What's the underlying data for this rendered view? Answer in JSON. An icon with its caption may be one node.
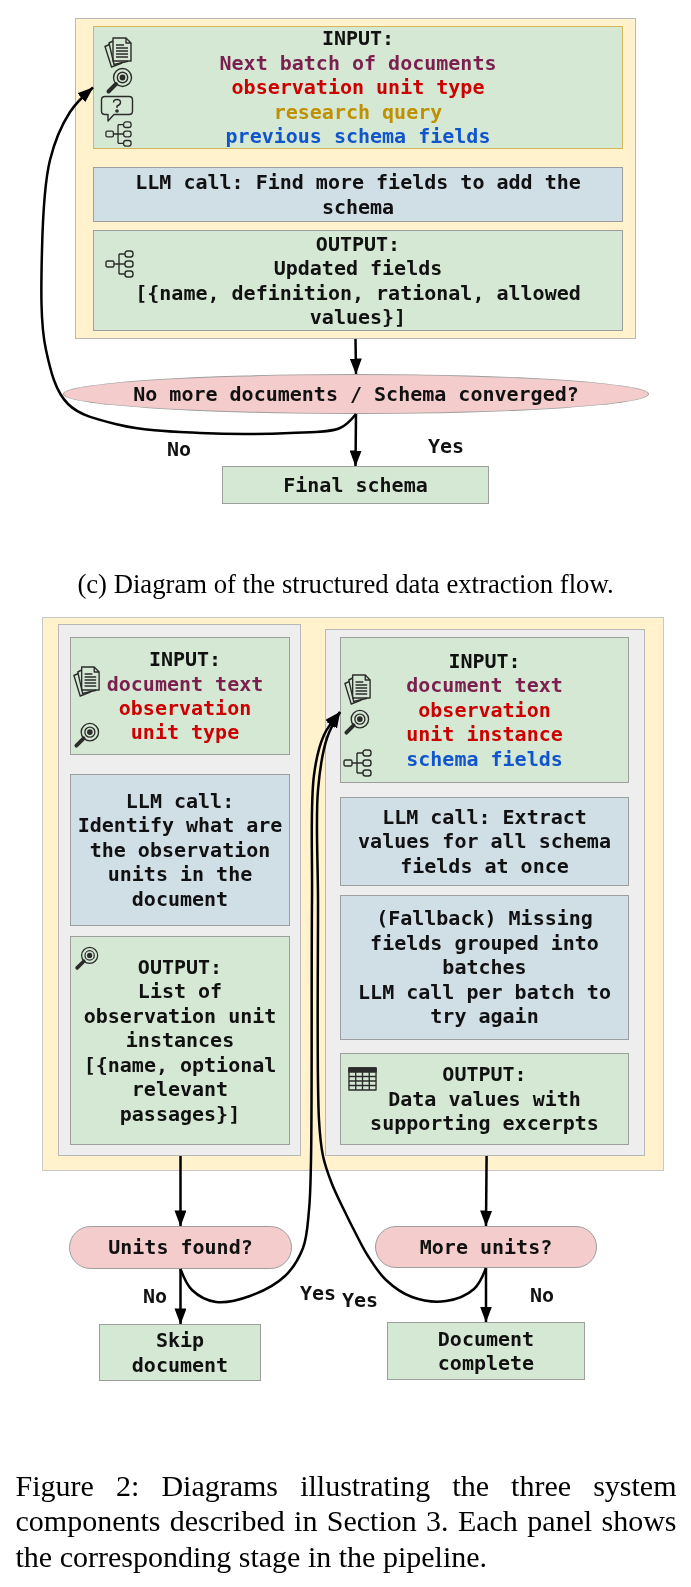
{
  "diagram": {
    "caption": "Figure 2: Diagrams illustrating the three system components described in Section 3. Each panel shows the corresponding stage in the pipeline.",
    "nodes": [
      {
        "text": [],
        "shape": "box"
      },
      {
        "text": [
          "INPUT:",
          "Next batch of documents",
          "observation unit type",
          "research query",
          "previous schema fields"
        ],
        "in": 0
      },
      {
        "text": [
          "LLM call: Find more fields to add the schema"
        ],
        "in": 0
      },
      {
        "text": [
          "OUTPUT:",
          "Updated fields",
          "[{name, definition, rational, allowed values}]"
        ],
        "in": 0
      },
      {
        "text": [
          "No more documents / Schema converged?"
        ]
      },
      {
        "text": [
          "Final schema"
        ]
      },
      {
        "text": [],
        "shape": "box"
      },
      {
        "text": [],
        "shape": "box",
        "in": 6
      },
      {
        "text": [
          "INPUT:",
          "document text",
          "observation unit type"
        ],
        "in": 7
      },
      {
        "text": [
          "LLM call: Identify what are the observation units in the document"
        ],
        "in": 7
      },
      {
        "text": [
          "OUTPUT:",
          "List of observation unit instances",
          "[{name, optional relevant passages}]"
        ],
        "in": 7
      },
      {
        "text": [],
        "shape": "box",
        "in": 6
      },
      {
        "text": [
          "INPUT:",
          "document text",
          "observation unit instance",
          "schema fields"
        ],
        "in": 11
      },
      {
        "text": [
          "LLM call: Extract values for all schema fields at once"
        ],
        "in": 11
      },
      {
        "text": [
          "(Fallback) Missing fields grouped into batches",
          "LLM call per batch to try again"
        ],
        "in": 11
      },
      {
        "text": [
          "OUTPUT:",
          "Data values with supporting excerpts"
        ],
        "in": 11
      },
      {
        "text": [
          "Units found?"
        ]
      },
      {
        "text": [
          "More units?"
        ]
      },
      {
        "text": [
          "Skip document"
        ]
      },
      {
        "text": [
          "Document complete"
        ]
      }
    ],
    "edges": [
      {
        "from": 0,
        "to": 4,
        "arrow": "to"
      },
      {
        "from": 4,
        "to": 1,
        "arrow": "to",
        "label": "No"
      },
      {
        "from": 4,
        "to": 5,
        "arrow": "to",
        "label": "Yes"
      },
      {
        "from": 7,
        "to": 16,
        "arrow": "to"
      },
      {
        "from": 16,
        "to": 18,
        "arrow": "to",
        "label": "No"
      },
      {
        "from": 16,
        "to": 12,
        "arrow": "to",
        "label": "Yes"
      },
      {
        "from": 11,
        "to": 17,
        "arrow": "to"
      },
      {
        "from": 17,
        "to": 12,
        "arrow": "to",
        "label": "Yes"
      },
      {
        "from": 17,
        "to": 19,
        "arrow": "to",
        "label": "No"
      }
    ],
    "labels": [
      "(c) Diagram of the structured data extraction flow."
    ]
  }
}
